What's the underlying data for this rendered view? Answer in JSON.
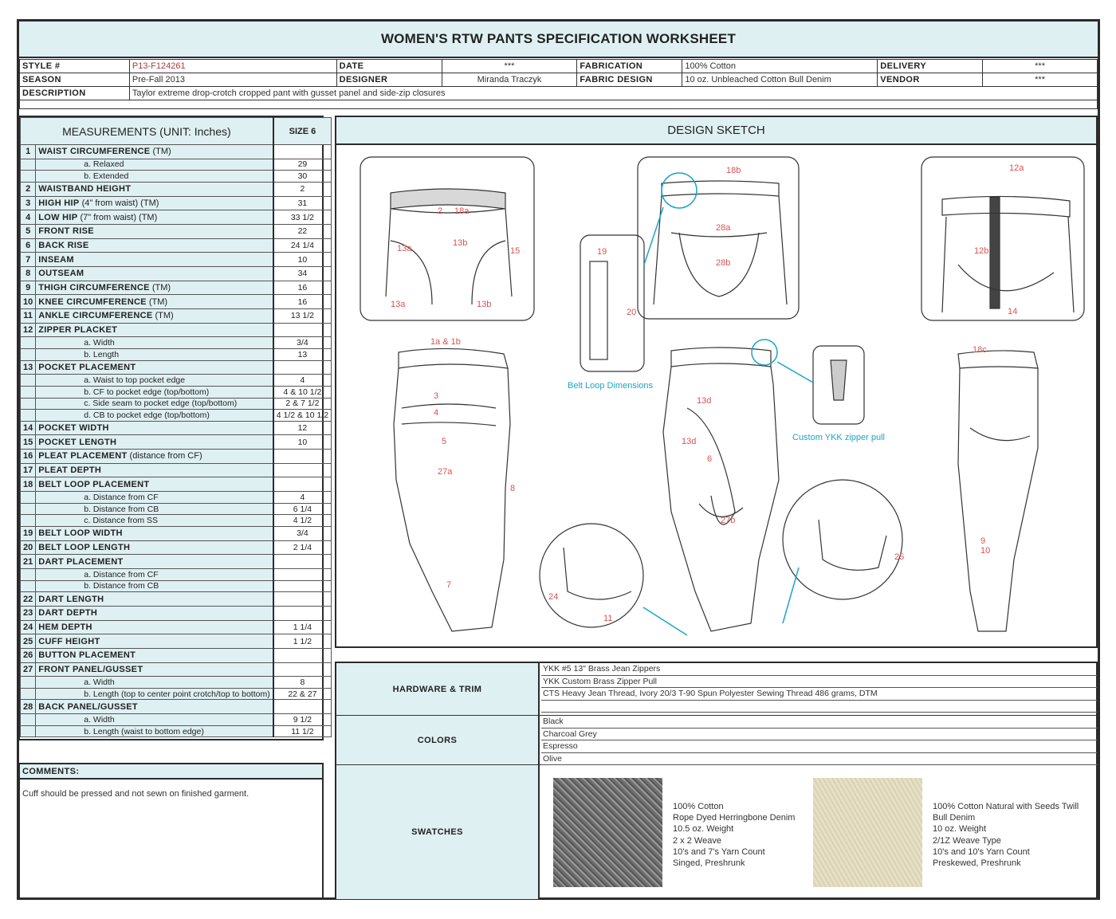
{
  "title": "WOMEN'S RTW PANTS SPECIFICATION WORKSHEET",
  "header": {
    "style_label": "STYLE #",
    "style": "P13-F124261",
    "date_label": "DATE",
    "date": "***",
    "fabrication_label": "FABRICATION",
    "fabrication": "100% Cotton",
    "delivery_label": "DELIVERY",
    "delivery": "***",
    "season_label": "SEASON",
    "season": "Pre-Fall 2013",
    "designer_label": "DESIGNER",
    "designer": "Miranda Traczyk",
    "fabric_design_label": "FABRIC DESIGN",
    "fabric_design": "10 oz. Unbleached Cotton Bull Denim",
    "vendor_label": "VENDOR",
    "vendor": "***",
    "description_label": "DESCRIPTION",
    "description": "Taylor extreme drop-crotch cropped pant with gusset panel and side-zip closures"
  },
  "measurements": {
    "title": "MEASUREMENTS (UNIT: Inches)",
    "size_label": "SIZE 6",
    "rows": [
      {
        "n": "1",
        "name": "WAIST CIRCUMFERENCE",
        "note": " (TM)",
        "v": ""
      },
      {
        "sub": "a. Relaxed",
        "v": "29"
      },
      {
        "sub": "b. Extended",
        "v": "30"
      },
      {
        "n": "2",
        "name": "WAISTBAND HEIGHT",
        "note": "",
        "v": "2"
      },
      {
        "n": "3",
        "name": "HIGH HIP",
        "note": " (4\" from waist) (TM)",
        "v": "31"
      },
      {
        "n": "4",
        "name": "LOW HIP",
        "note": " (7\" from waist) (TM)",
        "v": "33 1/2"
      },
      {
        "n": "5",
        "name": "FRONT RISE",
        "note": "",
        "v": "22"
      },
      {
        "n": "6",
        "name": "BACK RISE",
        "note": "",
        "v": "24 1/4"
      },
      {
        "n": "7",
        "name": "INSEAM",
        "note": "",
        "v": "10"
      },
      {
        "n": "8",
        "name": "OUTSEAM",
        "note": "",
        "v": "34"
      },
      {
        "n": "9",
        "name": "THIGH CIRCUMFERENCE",
        "note": " (TM)",
        "v": "16"
      },
      {
        "n": "10",
        "name": "KNEE CIRCUMFERENCE",
        "note": " (TM)",
        "v": "16"
      },
      {
        "n": "11",
        "name": "ANKLE CIRCUMFERENCE",
        "note": " (TM)",
        "v": "13 1/2"
      },
      {
        "n": "12",
        "name": "ZIPPER PLACKET",
        "note": "",
        "v": ""
      },
      {
        "sub": "a. Width",
        "v": "3/4"
      },
      {
        "sub": "b. Length",
        "v": "13"
      },
      {
        "n": "13",
        "name": "POCKET PLACEMENT",
        "note": "",
        "v": ""
      },
      {
        "sub": "a. Waist to top pocket edge",
        "v": "4"
      },
      {
        "sub": "b. CF to pocket edge (top/bottom)",
        "v": "4 & 10 1/2"
      },
      {
        "sub": "c. Side seam to pocket edge (top/bottom)",
        "v": "2 & 7 1/2"
      },
      {
        "sub": "d. CB to pocket edge (top/bottom)",
        "v": "4 1/2 & 10 1/2"
      },
      {
        "n": "14",
        "name": "POCKET WIDTH",
        "note": "",
        "v": "12"
      },
      {
        "n": "15",
        "name": "POCKET LENGTH",
        "note": "",
        "v": "10"
      },
      {
        "n": "16",
        "name": "PLEAT PLACEMENT",
        "note": " (distance from CF)",
        "v": ""
      },
      {
        "n": "17",
        "name": "PLEAT DEPTH",
        "note": "",
        "v": ""
      },
      {
        "n": "18",
        "name": "BELT LOOP PLACEMENT",
        "note": "",
        "v": ""
      },
      {
        "sub": "a. Distance from CF",
        "v": "4"
      },
      {
        "sub": "b. Distance from CB",
        "v": "6 1/4"
      },
      {
        "sub": "c. Distance from SS",
        "v": "4 1/2"
      },
      {
        "n": "19",
        "name": "BELT LOOP WIDTH",
        "note": "",
        "v": "3/4"
      },
      {
        "n": "20",
        "name": "BELT LOOP LENGTH",
        "note": "",
        "v": "2 1/4"
      },
      {
        "n": "21",
        "name": "DART PLACEMENT",
        "note": "",
        "v": ""
      },
      {
        "sub": "a. Distance from CF",
        "v": ""
      },
      {
        "sub": "b. Distance from CB",
        "v": ""
      },
      {
        "n": "22",
        "name": "DART LENGTH",
        "note": "",
        "v": ""
      },
      {
        "n": "23",
        "name": "DART DEPTH",
        "note": "",
        "v": ""
      },
      {
        "n": "24",
        "name": "HEM DEPTH",
        "note": "",
        "v": "1 1/4"
      },
      {
        "n": "25",
        "name": "CUFF HEIGHT",
        "note": "",
        "v": "1 1/2"
      },
      {
        "n": "26",
        "name": "BUTTON PLACEMENT",
        "note": "",
        "v": ""
      },
      {
        "n": "27",
        "name": "FRONT PANEL/GUSSET",
        "note": "",
        "v": ""
      },
      {
        "sub": "a. Width",
        "v": "8"
      },
      {
        "sub": "b. Length (top to center point crotch/top to bottom)",
        "v": "22 & 27"
      },
      {
        "n": "28",
        "name": "BACK PANEL/GUSSET",
        "note": "",
        "v": ""
      },
      {
        "sub": "a. Width",
        "v": "9 1/2"
      },
      {
        "sub": "b. Length (waist to bottom edge)",
        "v": "11 1/2"
      }
    ]
  },
  "comments": {
    "label": "COMMENTS:",
    "text": "Cuff should be pressed and not sewn on finished garment."
  },
  "sketch": {
    "title": "DESIGN SKETCH",
    "belt_loop_caption": "Belt Loop Dimensions",
    "zipper_caption": "Custom YKK zipper pull",
    "labels": [
      "2",
      "18a",
      "13a",
      "13b",
      "15",
      "13a",
      "13b",
      "19",
      "20",
      "18b",
      "28a",
      "28b",
      "12a",
      "12b",
      "14",
      "1a & 1b",
      "3",
      "4",
      "5",
      "27a",
      "8",
      "7",
      "13d",
      "13d",
      "6",
      "27b",
      "18c",
      "9",
      "10",
      "24",
      "11",
      "25"
    ]
  },
  "hardware": {
    "label": "HARDWARE & TRIM",
    "items": [
      "YKK #5 13\" Brass Jean Zippers",
      "YKK Custom Brass Zipper Pull",
      "CTS Heavy Jean Thread, Ivory 20/3 T-90 Spun Polyester Sewing Thread 486 grams, DTM",
      ""
    ]
  },
  "colors": {
    "label": "COLORS",
    "items": [
      "Black",
      "Charcoal Grey",
      "Espresso",
      "Olive"
    ]
  },
  "swatches": {
    "label": "SWATCHES",
    "s1": [
      "100% Cotton",
      "Rope Dyed Herringbone Denim",
      "10.5 oz. Weight",
      "2 x 2 Weave",
      "10's and 7's Yarn Count",
      "Singed, Preshrunk"
    ],
    "s2": [
      "100% Cotton Natural with Seeds Twill",
      "Bull Denim",
      "10 oz. Weight",
      "2/1Z Weave Type",
      "10's and 10's Yarn Count",
      "Preskewed, Preshrunk"
    ],
    "s1_color": "#6e6e6e",
    "s2_color": "#e6e0c6"
  },
  "colors_theme": {
    "accent": "#dff0f3",
    "dim_red": "#d9534f",
    "callout": "#1aa6c4"
  }
}
